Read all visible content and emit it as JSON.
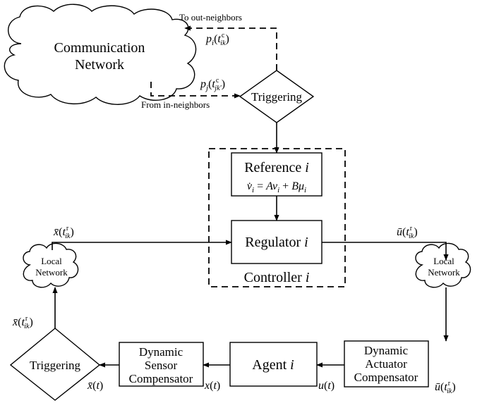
{
  "communication_network": {
    "line1": "Communication",
    "line2": "Network"
  },
  "to_out_neighbors": "To out-neighbors",
  "from_in_neighbors": "From in-neighbors",
  "signal_p_i": "p_i(t^c_ik)",
  "signal_p_j": "p_j(t^c_jk')",
  "triggering_top": "Triggering",
  "reference": {
    "title": "Reference i",
    "equation": "v̇_i = Av_i + Bμ_i"
  },
  "regulator": "Regulator i",
  "controller": "Controller i",
  "local_network_left": {
    "line1": "Local",
    "line2": "Network"
  },
  "local_network_right": {
    "line1": "Local",
    "line2": "Network"
  },
  "signal_xbar_tr_top": "x̄(t^r_ik)",
  "signal_ubar_tr_top": "ū(t^r_ik)",
  "signal_xbar_tr_left": "x̄(t^r_ik)",
  "signal_ubar_tr_bottom": "ū(t^r_ik)",
  "triggering_bottom": "Triggering",
  "sensor_compensator": {
    "line1": "Dynamic",
    "line2": "Sensor",
    "line3": "Compensator"
  },
  "agent": "Agent i",
  "actuator_compensator": {
    "line1": "Dynamic",
    "line2": "Actuator",
    "line3": "Compensator"
  },
  "signal_x": "x(t)",
  "signal_u": "u(t)",
  "signal_xbar": "x̄(t)"
}
